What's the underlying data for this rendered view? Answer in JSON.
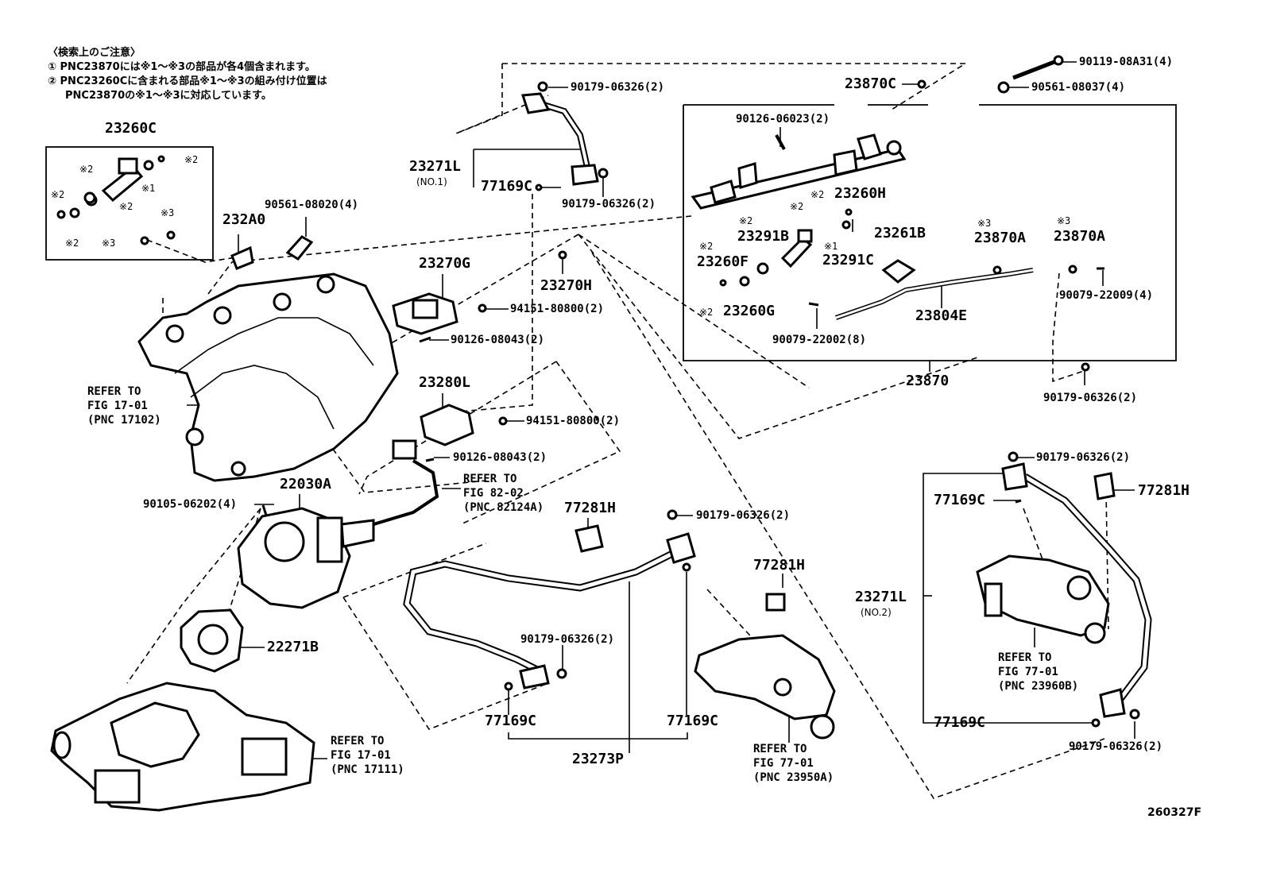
{
  "notes": {
    "title": "〈検索上のご注意〉",
    "line1": "① PNC23870には※1～※3の部品が各4個含まれます。",
    "line2": "② PNC23260Cに含まれる部品※1～※3の組み付け位置は",
    "line3": "PNC23870の※1～※3に対応しています。"
  },
  "figure_id": "260327F",
  "labels": {
    "kit_23260C": "23260C",
    "m2a": "※2",
    "m2b": "※2",
    "m1a": "※1",
    "m2c": "※2",
    "m2d": "※2",
    "m3a": "※3",
    "m2e": "※2",
    "m3b": "※3",
    "p_90561_08020": "90561-08020(4)",
    "p_232A0": "232A0",
    "p_23270G": "23270G",
    "p_23270H": "23270H",
    "p_94151_a": "94151-80800(2)",
    "p_90126_08043_a": "90126-08043(2)",
    "p_23280L": "23280L",
    "p_94151_b": "94151-80800(2)",
    "p_90126_08043_b": "90126-08043(2)",
    "refer_82_a": "REFER TO",
    "refer_82_b": "FIG 82-02",
    "refer_82_c": "(PNC 82124A)",
    "refer_17102_a": "REFER TO",
    "refer_17102_b": "FIG 17-01",
    "refer_17102_c": "(PNC 17102)",
    "p_90105": "90105-06202(4)",
    "p_22030A": "22030A",
    "p_22271B": "22271B",
    "refer_17111_a": "REFER TO",
    "refer_17111_b": "FIG 17-01",
    "refer_17111_c": "(PNC 17111)",
    "p_90179_top1": "90179-06326(2)",
    "p_23271L_1": "23271L",
    "p_no1": "(NO.1)",
    "p_77169C_top": "77169C",
    "p_90179_top2": "90179-06326(2)",
    "p_23870C": "23870C",
    "p_90119": "90119-08A31(4)",
    "p_90561_08037": "90561-08037(4)",
    "p_90126_06023": "90126-06023(2)",
    "m_23260H": "※2",
    "p_23260H": "23260H",
    "m_23291B": "※2",
    "p_23291B": "23291B",
    "m_23291B2": "※2",
    "m_23260F": "※2",
    "p_23260F": "23260F",
    "m_23291C": "※1",
    "p_23291C": "23291C",
    "m_23260G": "※2",
    "p_23260G": "23260G",
    "p_23261B": "23261B",
    "m_23870A_a": "※3",
    "p_23870A_a": "23870A",
    "m_23870A_b": "※3",
    "p_23870A_b": "23870A",
    "p_90079_22009": "90079-22009(4)",
    "p_23804E": "23804E",
    "p_90079_22002": "90079-22002(8)",
    "p_23870": "23870",
    "p_90179_right_mid": "90179-06326(2)",
    "p_77281H_a": "77281H",
    "p_90179_mid": "90179-06326(2)",
    "p_90179_lowmid": "90179-06326(2)",
    "p_77169C_low1": "77169C",
    "p_77169C_low2": "77169C",
    "p_23273P": "23273P",
    "p_77281H_b": "77281H",
    "refer_23950_a": "REFER TO",
    "refer_23950_b": "FIG 77-01",
    "refer_23950_c": "(PNC 23950A)",
    "p_90179_r1": "90179-06326(2)",
    "p_77169C_r1": "77169C",
    "p_77281H_c": "77281H",
    "p_23271L_2": "23271L",
    "p_no2": "(NO.2)",
    "refer_23960_a": "REFER TO",
    "refer_23960_b": "FIG 77-01",
    "refer_23960_c": "(PNC 23960B)",
    "p_77169C_r2": "77169C",
    "p_90179_r2": "90179-06326(2)"
  }
}
